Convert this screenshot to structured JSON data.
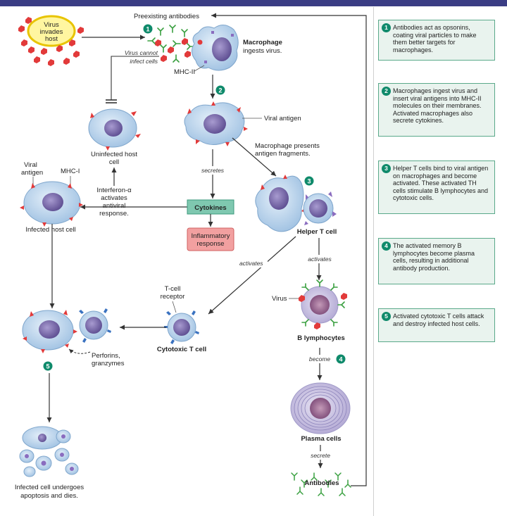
{
  "labels": {
    "virus_invades": [
      "Virus",
      "invades",
      "host"
    ],
    "preexisting_antibodies": "Preexisting antibodies",
    "virus_cannot": [
      "Virus cannot",
      "infect cells"
    ],
    "macrophage_title": "Macrophage",
    "macrophage_sub": "ingests virus.",
    "mhc2": "MHC-II",
    "viral_antigen": "Viral antigen",
    "uninfected": [
      "Uninfected host",
      "cell"
    ],
    "viral_antigen_left": [
      "Viral",
      "antigen"
    ],
    "mhc1": "MHC-I",
    "secretes": "secretes",
    "macrophage_presents": [
      "Macrophage presents",
      "antigen fragments."
    ],
    "interferon": [
      "Interferon-α",
      "activates",
      "antiviral",
      "response."
    ],
    "cytokines": "Cytokines",
    "inflammatory": [
      "Inflammatory",
      "response"
    ],
    "infected_host": "Infected host cell",
    "helper_t": "Helper T cell",
    "activates_left": "activates",
    "activates_right": "activates",
    "t_cell_receptor": [
      "T-cell",
      "receptor"
    ],
    "virus": "Virus",
    "perforins": [
      "Perforins,",
      "granzymes"
    ],
    "cytotoxic": "Cytotoxic T cell",
    "b_lymphocytes": "B lymphocytes",
    "become": "become",
    "plasma_cells": "Plasma cells",
    "secrete": "secrete",
    "antibodies": "Antibodies",
    "apoptosis": [
      "Infected cell undergoes",
      "apoptosis and dies."
    ]
  },
  "step_numbers": [
    "1",
    "2",
    "3",
    "4",
    "5"
  ],
  "steps": [
    {
      "num": "1",
      "text": "Antibodies act as opsonins, coating viral particles to make them better targets for macrophages."
    },
    {
      "num": "2",
      "text": "Macrophages ingest virus and insert viral antigens into MHC-II molecules on their membranes. Activated macrophages also secrete cytokines."
    },
    {
      "num": "3",
      "text": "Helper T cells bind to viral antigen on macrophages and become activated. These activated TH cells stimulate B lymphocytes and cytotoxic cells."
    },
    {
      "num": "4",
      "text": "The activated memory B lymphocytes become plasma cells, resulting in additional antibody production."
    },
    {
      "num": "5",
      "text": "Activated cytotoxic T cells attack and destroy infected host cells."
    }
  ],
  "colors": {
    "top_bar": "#3a3d84",
    "step_green": "#0f8a6b",
    "cytokine_fill": "#7fc8b0",
    "inflammatory_fill": "#f2a0a0",
    "virus_red": "#e23a3a",
    "antibody_green": "#3aa040",
    "cell_blue": "#b9d4ee",
    "nucleus_purple": "#7a6aa8",
    "receptor_blue": "#3a72c0"
  }
}
